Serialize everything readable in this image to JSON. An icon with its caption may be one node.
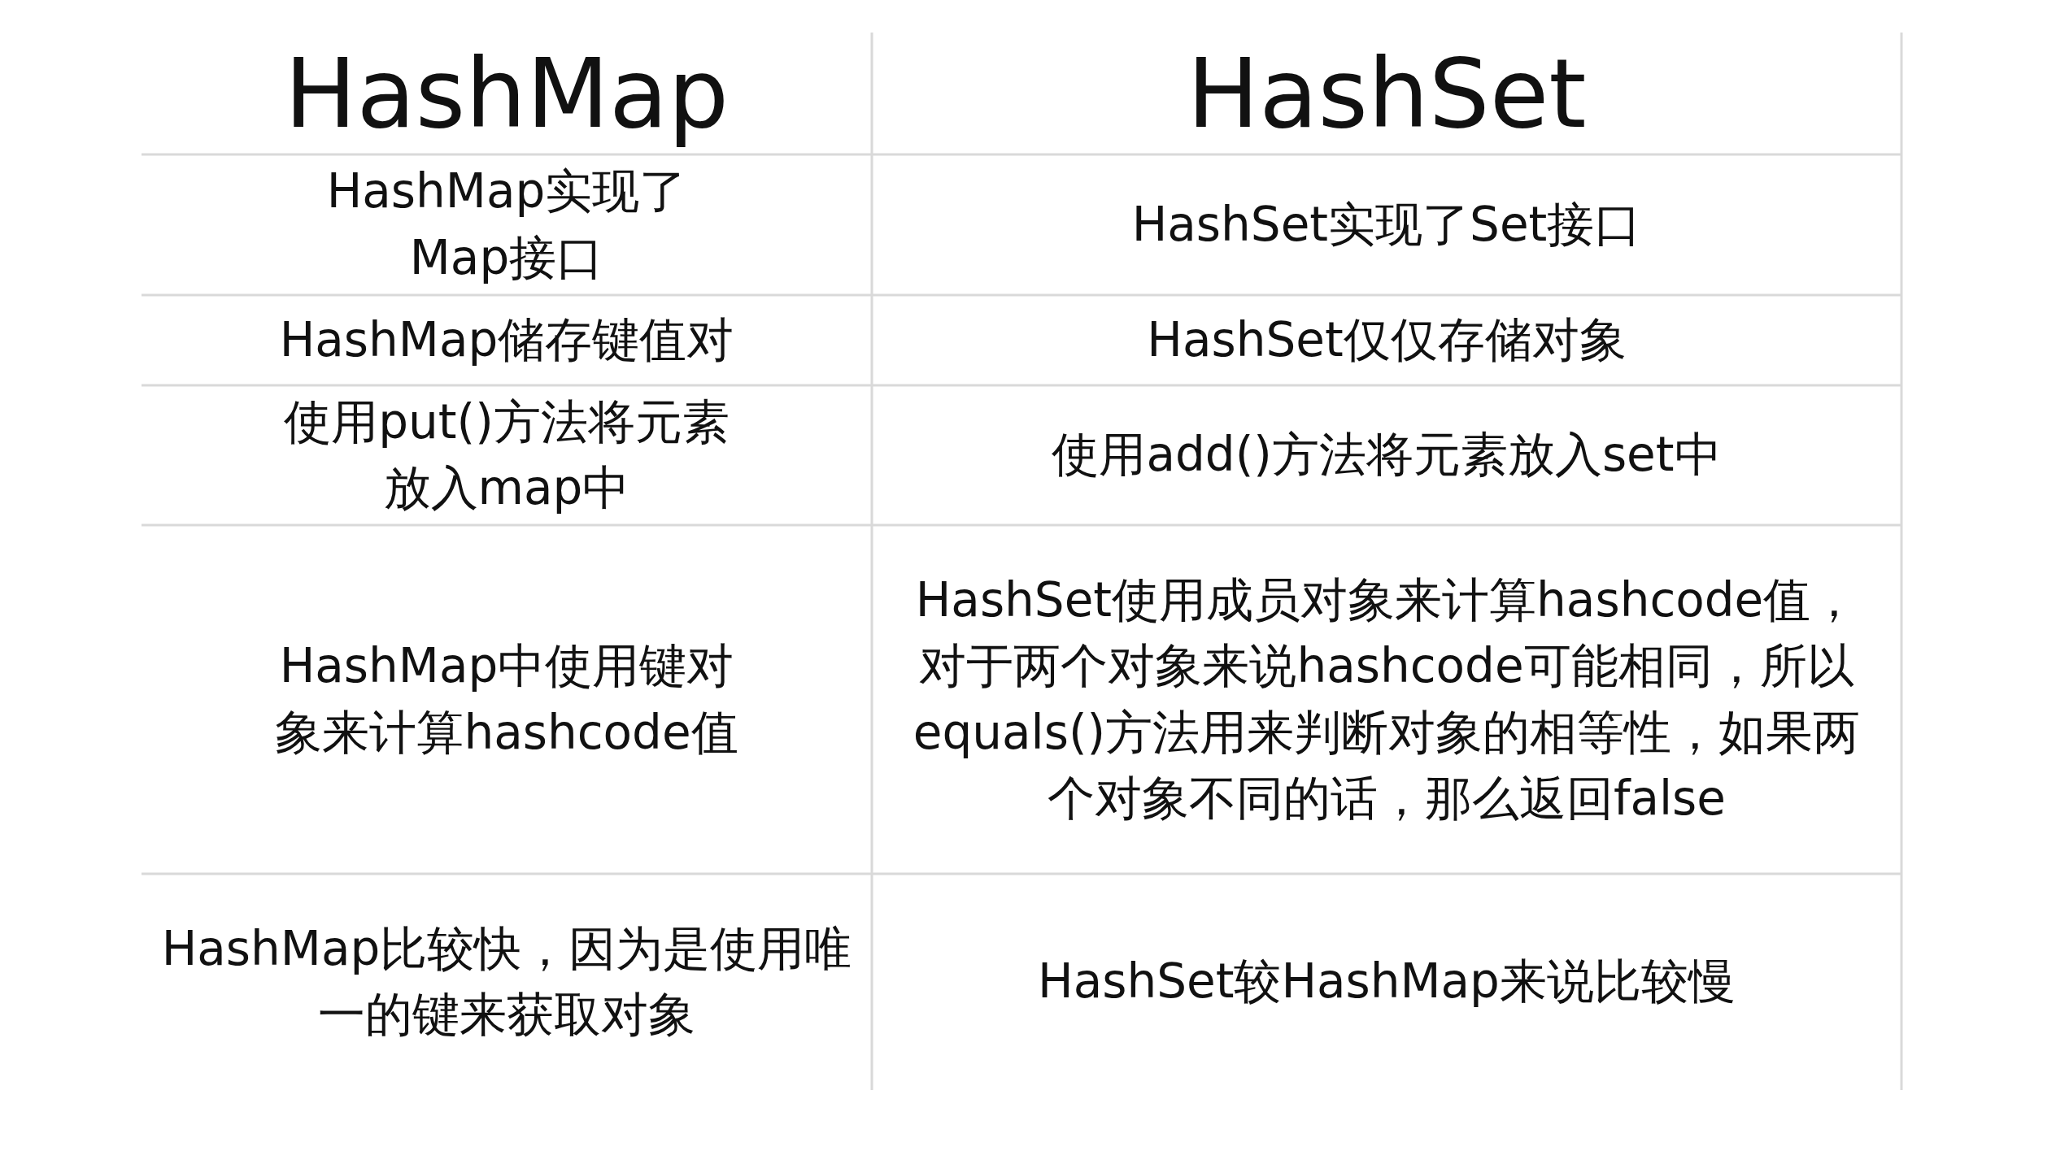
{
  "diagram": {
    "labels": [
      "HashMap",
      "HashSet",
      "HashMap实现了Map接口",
      "HashSet实现了Set接口",
      "HashMap储存键值对",
      "HashSet仅仅存储对象",
      "使用put()方法将元素放入map中",
      "使用add()方法将元素放入set中",
      "HashMap中使用键对象来计算hashcode值",
      "HashSet使用成员对象来计算hashcode值，对于两个对象来说hashcode可能相同，所以equals()方法用来判断对象的相等性，如果两个对象不同的话，那么返回false",
      "HashMap比较快，因为是使用唯一的键来获取对象",
      "HashSet较HashMap来说比较慢"
    ]
  }
}
